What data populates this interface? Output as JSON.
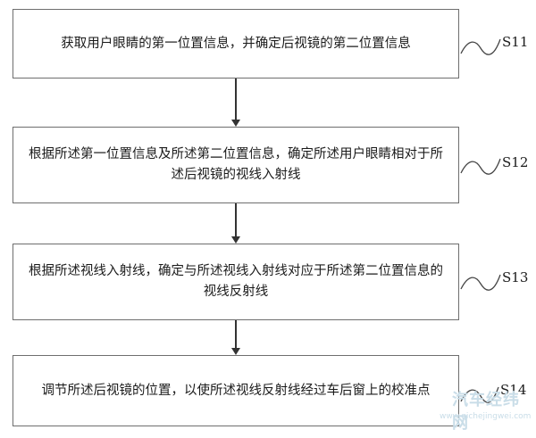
{
  "steps": [
    {
      "label": "S11",
      "text": "获取用户眼睛的第一位置信息，并确定后视镜的第二位置信息"
    },
    {
      "label": "S12",
      "text": "根据所述第一位置信息及所述第二位置信息，确定所述用户眼睛相对于所述后视镜的视线入射线"
    },
    {
      "label": "S13",
      "text": "根据所述视线入射线，确定与所述视线入射线对应于所述第二位置信息的视线反射线"
    },
    {
      "label": "S14",
      "text": "调节所述后视镜的位置，以使所述视线反射线经过车后窗上的校准点"
    }
  ],
  "watermark": {
    "name": "汽车经纬网",
    "url": "www.qichejingwei.com"
  }
}
